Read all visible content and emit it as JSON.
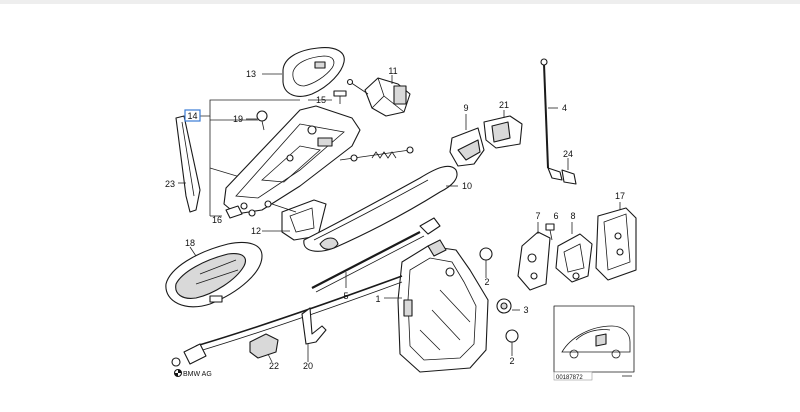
{
  "diagram": {
    "part_numbers": [
      "1",
      "2",
      "2",
      "3",
      "4",
      "5",
      "6",
      "7",
      "8",
      "9",
      "10",
      "11",
      "12",
      "13",
      "14",
      "15",
      "16",
      "17",
      "18",
      "19",
      "20",
      "21",
      "22",
      "23",
      "24"
    ],
    "logo_text": "BMW AG",
    "reference_code": "00187872",
    "highlighted_part": "14",
    "colors": {
      "line": "#1a1a1a",
      "shade": "#d9d9d9",
      "highlight": "#3a7bd5"
    }
  }
}
